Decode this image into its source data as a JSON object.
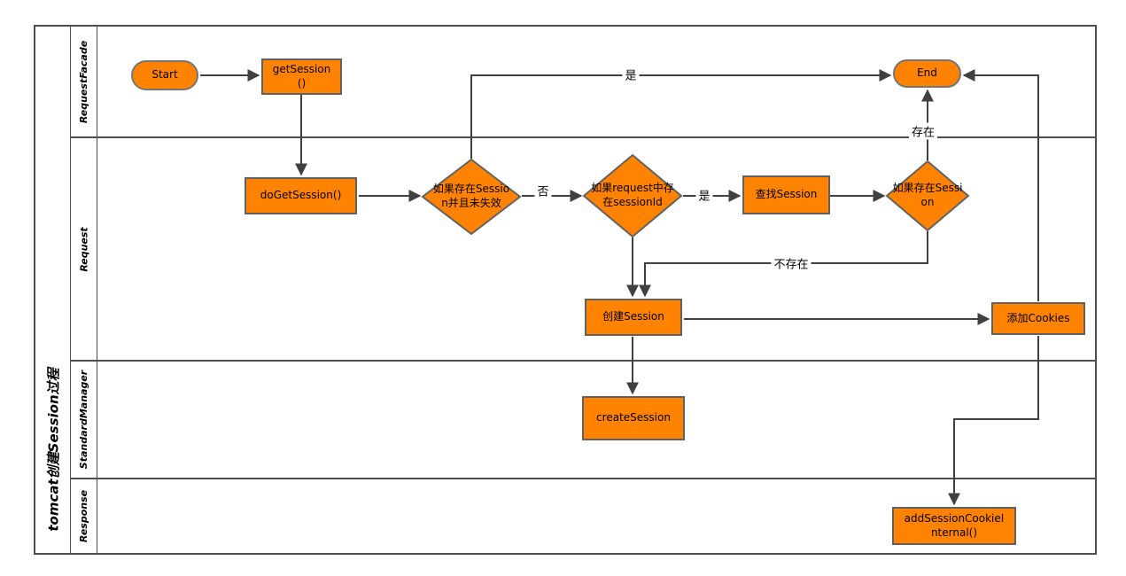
{
  "title": "tomcat创建Session过程",
  "lanes": [
    {
      "label": "RequestFacade"
    },
    {
      "label": "Request"
    },
    {
      "label": "StandardManager"
    },
    {
      "label": "Response"
    }
  ],
  "nodes": {
    "start": "Start",
    "get_session": "getSession\n()",
    "do_get_session": "doGetSession()",
    "check_session_valid": "如果存在Sessio\nn并且未失效",
    "check_request_session_id": "如果request中存\n在sessionId",
    "find_session": "查找Session",
    "check_session_exists": "如果存在Sessi\non",
    "end": "End",
    "create_session_cn": "创建Session",
    "create_session": "createSession",
    "add_cookies": "添加Cookies",
    "add_session_cookie_internal": "addSessionCookieI\nnternal()"
  },
  "edge_labels": {
    "yes_top": "是",
    "no": "否",
    "yes_mid": "是",
    "exists": "存在",
    "not_exists": "不存在"
  },
  "colors": {
    "node_fill": "#FF8300",
    "node_border": "#616161",
    "stadium_border": "#757575",
    "edge_line": "#404040",
    "frame_border": "#4d4d4d",
    "text": "#000000",
    "background": "#ffffff"
  }
}
